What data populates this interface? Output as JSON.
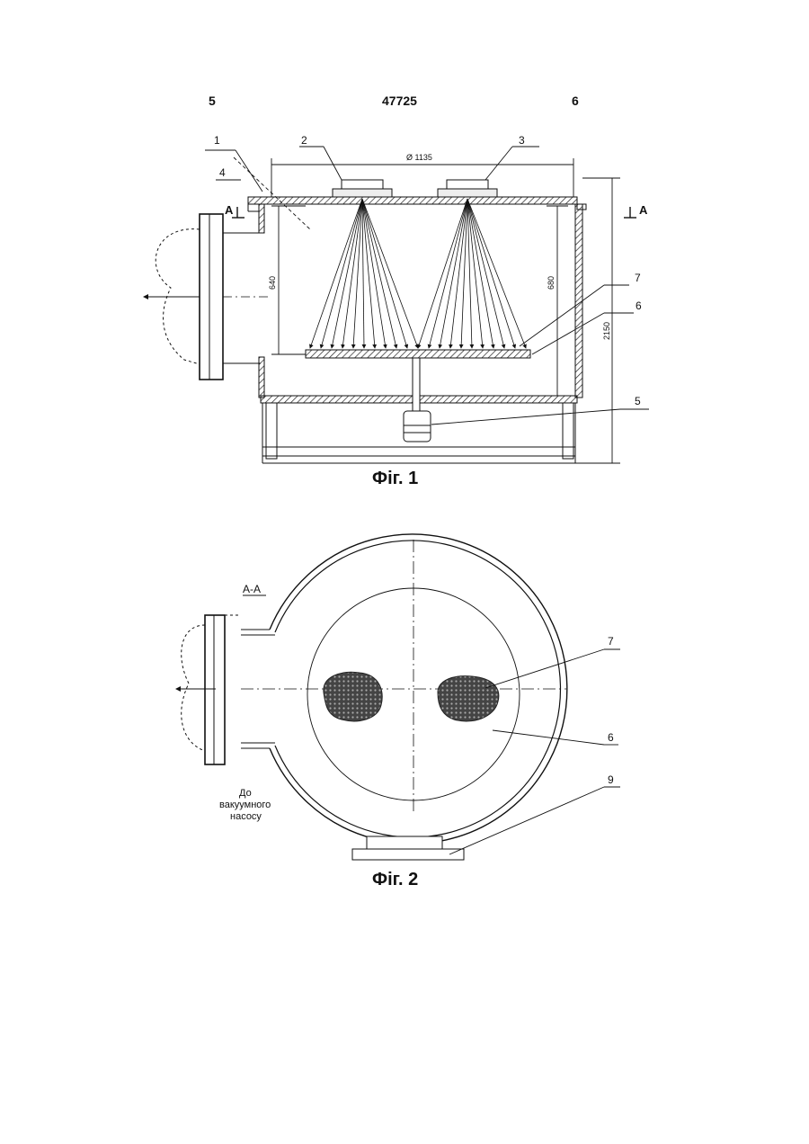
{
  "header": {
    "left_page": "5",
    "patent_no": "47725",
    "right_page": "6"
  },
  "fig1": {
    "caption": "Фіг. 1",
    "callouts": {
      "c1": "1",
      "c2": "2",
      "c3": "3",
      "c4": "4",
      "c5": "5",
      "c6": "6",
      "c7": "7"
    },
    "dims": {
      "diameter": "Ø 1135",
      "h_left": "640",
      "h_right": "680",
      "h_total": "2150"
    },
    "section_marks": {
      "left": "A",
      "right": "A"
    }
  },
  "fig2": {
    "caption": "Фіг. 2",
    "section_title": "А-А",
    "callouts": {
      "c6": "6",
      "c7": "7",
      "c9": "9"
    },
    "outlet_note": [
      "До",
      "вакуумного",
      "насосу"
    ]
  }
}
